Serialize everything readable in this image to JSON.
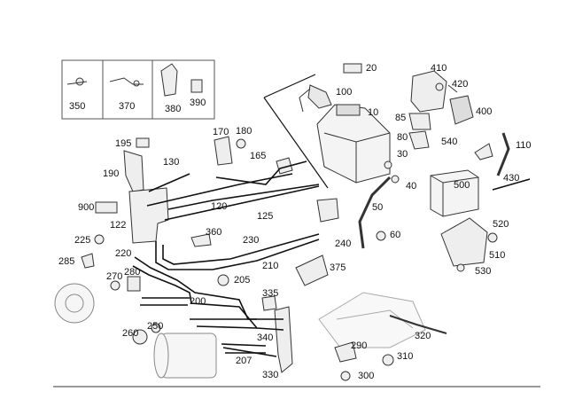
{
  "diagram": {
    "labels": {
      "l350": "350",
      "l370": "370",
      "l380": "380",
      "l390": "390",
      "l20": "20",
      "l410": "410",
      "l420": "420",
      "l100": "100",
      "l10": "10",
      "l400": "400",
      "l85": "85",
      "l80": "80",
      "l540": "540",
      "l110": "110",
      "l170": "170",
      "l180": "180",
      "l195": "195",
      "l130": "130",
      "l165": "165",
      "l30": "30",
      "l190": "190",
      "l40": "40",
      "l500": "500",
      "l430": "430",
      "l900": "900",
      "l120": "120",
      "l125": "125",
      "l50": "50",
      "l122": "122",
      "l520": "520",
      "l360": "360",
      "l60": "60",
      "l225": "225",
      "l230": "230",
      "l240": "240",
      "l220": "220",
      "l510": "510",
      "l285": "285",
      "l210": "210",
      "l375": "375",
      "l530": "530",
      "l280": "280",
      "l270": "270",
      "l205": "205",
      "l200": "200",
      "l335": "335",
      "l250": "250",
      "l260": "260",
      "l340": "340",
      "l320": "320",
      "l290": "290",
      "l207": "207",
      "l310": "310",
      "l330": "330",
      "l300": "300"
    },
    "colors": {
      "line": "#111111",
      "part": "#333333",
      "fill": "#f2f2f2"
    }
  }
}
